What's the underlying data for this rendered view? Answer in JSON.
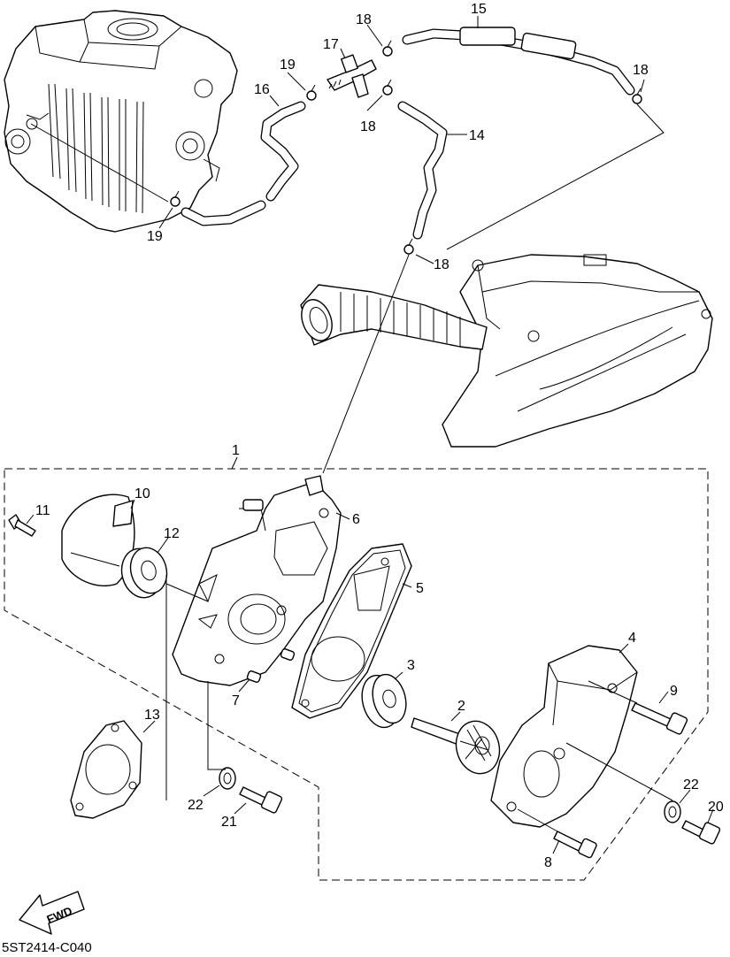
{
  "diagram": {
    "code": "5ST2414-C040",
    "fwd_label": "FWD",
    "callouts": [
      {
        "id": "c1",
        "text": "1"
      },
      {
        "id": "c2",
        "text": "2"
      },
      {
        "id": "c3",
        "text": "3"
      },
      {
        "id": "c4",
        "text": "4"
      },
      {
        "id": "c5",
        "text": "5"
      },
      {
        "id": "c6",
        "text": "6"
      },
      {
        "id": "c7",
        "text": "7"
      },
      {
        "id": "c8",
        "text": "8"
      },
      {
        "id": "c9",
        "text": "9"
      },
      {
        "id": "c10",
        "text": "10"
      },
      {
        "id": "c11",
        "text": "11"
      },
      {
        "id": "c12",
        "text": "12"
      },
      {
        "id": "c13",
        "text": "13"
      },
      {
        "id": "c14",
        "text": "14"
      },
      {
        "id": "c15",
        "text": "15"
      },
      {
        "id": "c16",
        "text": "16"
      },
      {
        "id": "c17",
        "text": "17"
      },
      {
        "id": "c18a",
        "text": "18"
      },
      {
        "id": "c18b",
        "text": "18"
      },
      {
        "id": "c18c",
        "text": "18"
      },
      {
        "id": "c18d",
        "text": "18"
      },
      {
        "id": "c19a",
        "text": "19"
      },
      {
        "id": "c19b",
        "text": "19"
      },
      {
        "id": "c20",
        "text": "20"
      },
      {
        "id": "c21",
        "text": "21"
      },
      {
        "id": "c22a",
        "text": "22"
      },
      {
        "id": "c22b",
        "text": "22"
      }
    ]
  }
}
